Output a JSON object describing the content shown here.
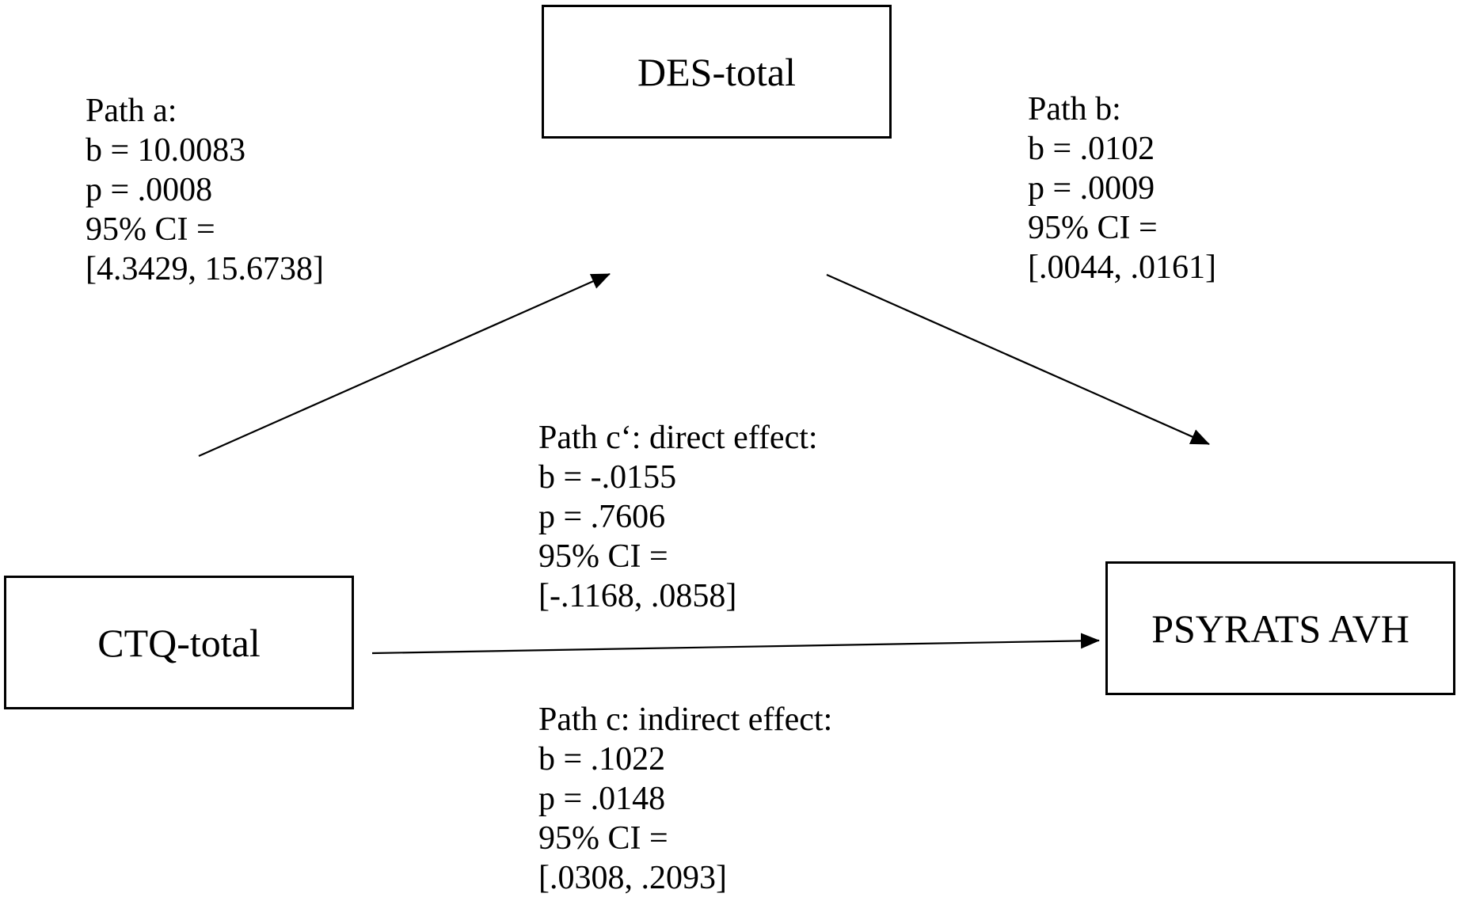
{
  "nodes": {
    "des": "DES-total",
    "ctq": "CTQ-total",
    "psyrats": "PSYRATS AVH"
  },
  "paths": {
    "a": {
      "title": "Path a:",
      "b": "b = 10.0083",
      "p": "p = .0008",
      "ci_label": "95% CI =",
      "ci": "[4.3429, 15.6738]"
    },
    "b": {
      "title": "Path b:",
      "b": "b = .0102",
      "p": "p = .0009",
      "ci_label": "95% CI =",
      "ci": "[.0044, .0161]"
    },
    "c_prime": {
      "title": "Path c‘: direct effect:",
      "b": "b = -.0155",
      "p": "p = .7606",
      "ci_label": "95% CI =",
      "ci": "[-.1168, .0858]"
    },
    "c": {
      "title": "Path c: indirect effect:",
      "b": "b = .1022",
      "p": "p = .0148",
      "ci_label": "95% CI =",
      "ci": "[.0308, .2093]"
    }
  },
  "colors": {
    "line": "#000000",
    "background": "#ffffff"
  }
}
